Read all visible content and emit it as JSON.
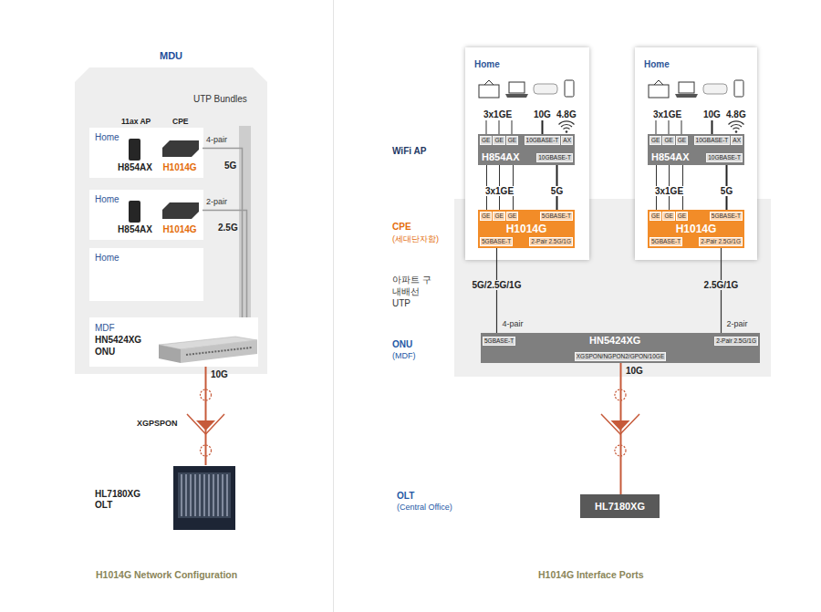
{
  "diagram": {
    "nodes": [
      {
        "text": [
          "MDU"
        ]
      },
      {
        "text": [
          "Home"
        ],
        "in": 0
      },
      {
        "text": [
          "H854AX"
        ],
        "in": 1
      },
      {
        "text": [
          "H1014G"
        ],
        "in": 1
      },
      {
        "text": [
          "Home"
        ],
        "in": 0
      },
      {
        "text": [
          "H854AX"
        ],
        "in": 4
      },
      {
        "text": [
          "H1014G"
        ],
        "in": 4
      },
      {
        "text": [
          "Home"
        ],
        "in": 0
      },
      {
        "text": [
          "MDF",
          "HN5424XG",
          "ONU"
        ],
        "in": 0
      },
      {
        "text": [
          "HL7180XG",
          "OLT"
        ]
      },
      {
        "text": [
          "Home"
        ]
      },
      {
        "text": [
          "GE",
          "GE",
          "GE",
          "10GBASE-T",
          "AX",
          "H854AX",
          "10GBASE-T"
        ],
        "in": 10
      },
      {
        "text": [
          "GE",
          "GE",
          "GE",
          "5GBASE-T",
          "H1014G",
          "5GBASE-T",
          "2-Pair 2.5G/1G"
        ],
        "in": 10
      },
      {
        "text": [
          "Home"
        ]
      },
      {
        "text": [
          "GE",
          "GE",
          "GE",
          "10GBASE-T",
          "AX",
          "H854AX",
          "10GBASE-T"
        ],
        "in": 13
      },
      {
        "text": [
          "GE",
          "GE",
          "GE",
          "5GBASE-T",
          "H1014G",
          "5GBASE-T",
          "2-Pair 2.5G/1G"
        ],
        "in": 13
      },
      {
        "text": [
          "5GBASE-T",
          "HN5424XG",
          "2-Pair 2.5G/1G",
          "XGSPON/NGPON2/GPON/10GE"
        ]
      },
      {
        "text": [
          "HL7180XG"
        ]
      }
    ],
    "edges": [
      {
        "from": 3,
        "to": 8,
        "label": "4-pair",
        "arrow": "none"
      },
      {
        "from": 6,
        "to": 8,
        "label": "2-pair",
        "arrow": "none"
      },
      {
        "from": 8,
        "to": 9,
        "label": "10G",
        "arrow": "none"
      },
      {
        "from": 11,
        "to": 12,
        "label": "3x1GE",
        "arrow": "none"
      },
      {
        "from": 11,
        "to": 12,
        "label": "5G",
        "arrow": "none"
      },
      {
        "from": 14,
        "to": 15,
        "label": "3x1GE",
        "arrow": "none"
      },
      {
        "from": 14,
        "to": 15,
        "label": "5G",
        "arrow": "none"
      },
      {
        "from": 12,
        "to": 16,
        "label": "5G/2.5G/1G",
        "arrow": "none"
      },
      {
        "from": 15,
        "to": 16,
        "label": "2.5G/1G",
        "arrow": "none"
      },
      {
        "from": 16,
        "to": 17,
        "label": "10G",
        "arrow": "none"
      }
    ],
    "labels": [
      "UTP Bundles",
      "11ax AP",
      "CPE",
      "5G",
      "2.5G",
      "XGPSPON",
      "H1014G Network Configuration",
      "WiFi AP",
      "CPE",
      "(세대단자함)",
      "아파트 구내배선 UTP",
      "ONU",
      "(MDF)",
      "OLT",
      "(Central Office)",
      "3x1GE",
      "10G",
      "4.8G",
      "3x1GE",
      "10G",
      "4.8G",
      "4-pair",
      "2-pair",
      "H1014G Interface Ports"
    ]
  }
}
